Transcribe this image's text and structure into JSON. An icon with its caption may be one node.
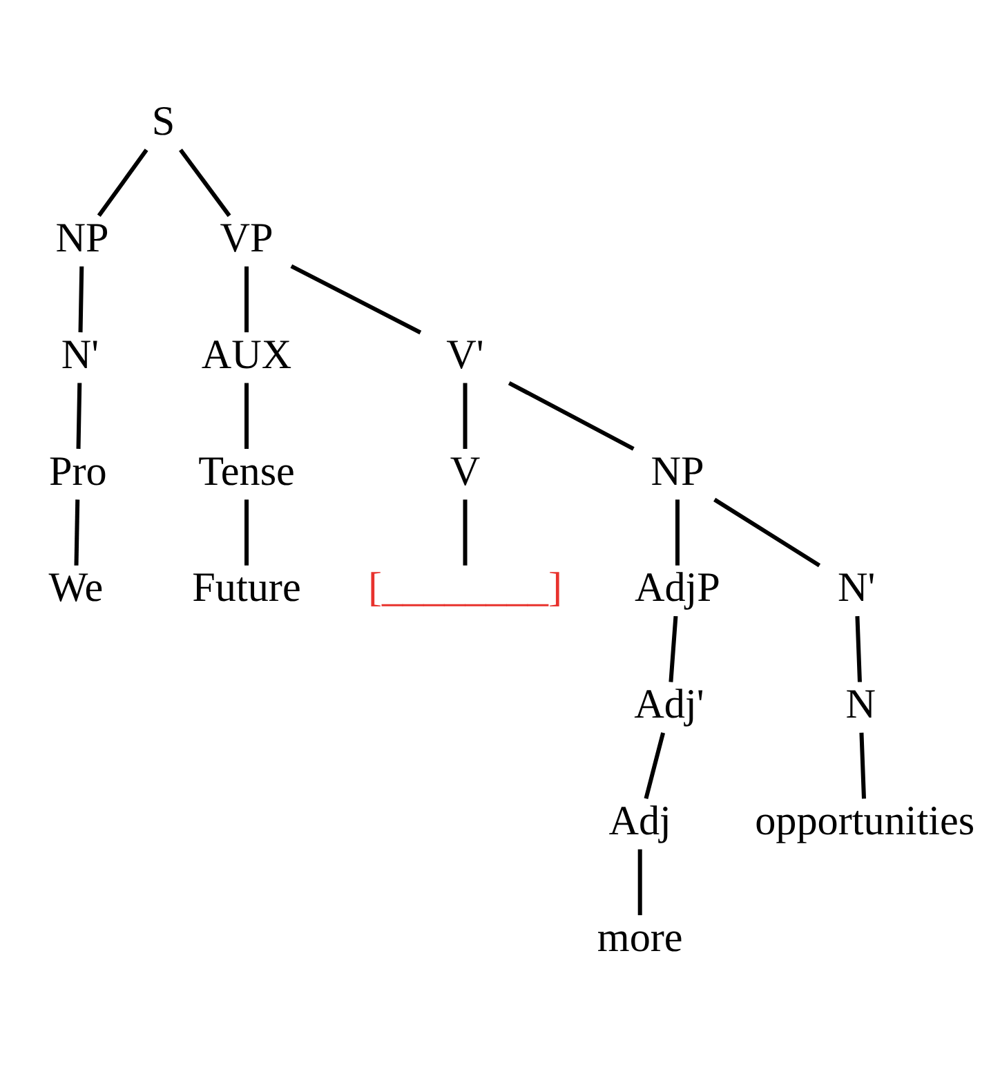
{
  "diagram": {
    "nodes": [
      {
        "text": [
          "S"
        ]
      },
      {
        "text": [
          "NP"
        ]
      },
      {
        "text": [
          "VP"
        ]
      },
      {
        "text": [
          "N'"
        ]
      },
      {
        "text": [
          "AUX"
        ]
      },
      {
        "text": [
          "V'"
        ]
      },
      {
        "text": [
          "Pro"
        ]
      },
      {
        "text": [
          "Tense"
        ]
      },
      {
        "text": [
          "V"
        ]
      },
      {
        "text": [
          "NP"
        ]
      },
      {
        "text": [
          "We"
        ]
      },
      {
        "text": [
          "Future"
        ]
      },
      {
        "text": [
          "[________]"
        ]
      },
      {
        "text": [
          "AdjP"
        ]
      },
      {
        "text": [
          "N'"
        ]
      },
      {
        "text": [
          "Adj'"
        ]
      },
      {
        "text": [
          "N"
        ]
      },
      {
        "text": [
          "Adj"
        ]
      },
      {
        "text": [
          "opportunities"
        ]
      },
      {
        "text": [
          "more"
        ]
      }
    ],
    "edges": [
      {
        "from": 0,
        "to": 1,
        "arrow": "none"
      },
      {
        "from": 0,
        "to": 2,
        "arrow": "none"
      },
      {
        "from": 1,
        "to": 3,
        "arrow": "none"
      },
      {
        "from": 2,
        "to": 4,
        "arrow": "none"
      },
      {
        "from": 2,
        "to": 5,
        "arrow": "none"
      },
      {
        "from": 3,
        "to": 6,
        "arrow": "none"
      },
      {
        "from": 4,
        "to": 7,
        "arrow": "none"
      },
      {
        "from": 5,
        "to": 8,
        "arrow": "none"
      },
      {
        "from": 5,
        "to": 9,
        "arrow": "none"
      },
      {
        "from": 6,
        "to": 10,
        "arrow": "none"
      },
      {
        "from": 7,
        "to": 11,
        "arrow": "none"
      },
      {
        "from": 8,
        "to": 12,
        "arrow": "none"
      },
      {
        "from": 9,
        "to": 13,
        "arrow": "none"
      },
      {
        "from": 9,
        "to": 14,
        "arrow": "none"
      },
      {
        "from": 13,
        "to": 15,
        "arrow": "none"
      },
      {
        "from": 14,
        "to": 16,
        "arrow": "none"
      },
      {
        "from": 15,
        "to": 17,
        "arrow": "none"
      },
      {
        "from": 16,
        "to": 18,
        "arrow": "none"
      },
      {
        "from": 17,
        "to": 19,
        "arrow": "none"
      }
    ]
  }
}
